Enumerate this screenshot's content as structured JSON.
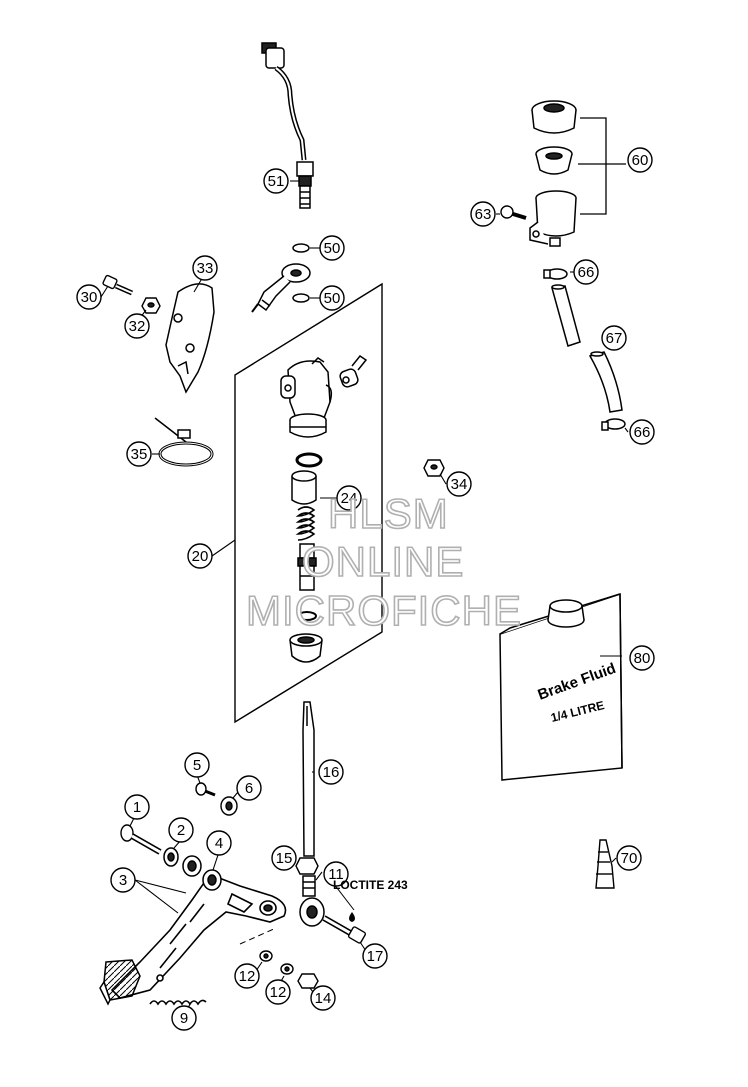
{
  "diagram": {
    "callouts": [
      "1",
      "2",
      "3",
      "4",
      "5",
      "6",
      "9",
      "11",
      "12",
      "12",
      "14",
      "15",
      "16",
      "17",
      "20",
      "24",
      "30",
      "32",
      "33",
      "34",
      "35",
      "50",
      "50",
      "51",
      "60",
      "63",
      "66",
      "66",
      "67",
      "70",
      "80"
    ],
    "labels": {
      "loctite": "LOCTITE 243",
      "brake_fluid_line1": "Brake Fluid",
      "brake_fluid_line2": "1/4 LITRE"
    },
    "watermark": [
      "HLSM",
      "ONLINE",
      "MICROFICHE"
    ]
  }
}
